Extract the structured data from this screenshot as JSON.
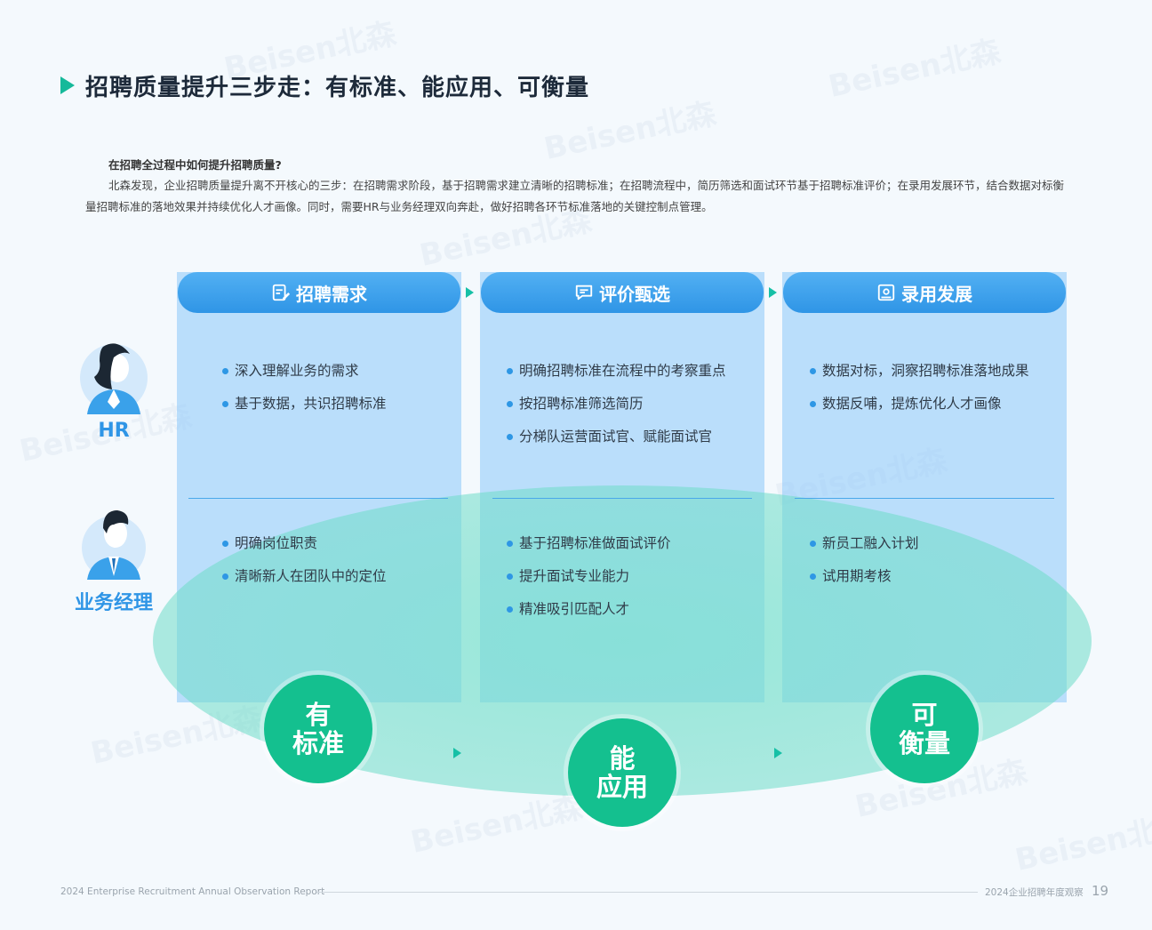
{
  "title": "招聘质量提升三步走：有标准、能应用、可衡量",
  "intro": {
    "question": "在招聘全过程中如何提升招聘质量?",
    "paragraph": "北森发现，企业招聘质量提升离不开核心的三步：在招聘需求阶段，基于招聘需求建立清晰的招聘标准；在招聘流程中，简历筛选和面试环节基于招聘标准评价；在录用发展环节，结合数据对标衡量招聘标准的落地效果并持续优化人才画像。同时，需要HR与业务经理双向奔赴，做好招聘各环节标准落地的关键控制点管理。"
  },
  "roles": {
    "hr": "HR",
    "manager": "业务经理"
  },
  "columns": [
    {
      "header": "招聘需求",
      "icon": "document-edit-icon",
      "hr_items": [
        "深入理解业务的需求",
        "基于数据，共识招聘标准"
      ],
      "manager_items": [
        "明确岗位职责",
        "清晰新人在团队中的定位"
      ]
    },
    {
      "header": "评价甄选",
      "icon": "chat-bubble-icon",
      "hr_items": [
        "明确招聘标准在流程中的考察重点",
        "按招聘标准筛选简历",
        "分梯队运营面试官、赋能面试官"
      ],
      "manager_items": [
        "基于招聘标准做面试评价",
        "提升面试专业能力",
        "精准吸引匹配人才"
      ]
    },
    {
      "header": "录用发展",
      "icon": "certificate-icon",
      "hr_items": [
        "数据对标，洞察招聘标准落地成果",
        "数据反哺，提炼优化人才画像"
      ],
      "manager_items": [
        "新员工融入计划",
        "试用期考核"
      ]
    }
  ],
  "steps": [
    {
      "line1": "有",
      "line2": "标准"
    },
    {
      "line1": "能",
      "line2": "应用"
    },
    {
      "line1": "可",
      "line2": "衡量"
    }
  ],
  "watermark": "Beisen北森",
  "footer": {
    "left": "2024 Enterprise Recruitment Annual Observation Report",
    "right": "2024企业招聘年度观察",
    "page": "19"
  },
  "colors": {
    "accent_green": "#14c08f",
    "accent_blue": "#2f95e6",
    "column_fill": "#96cdfa"
  }
}
